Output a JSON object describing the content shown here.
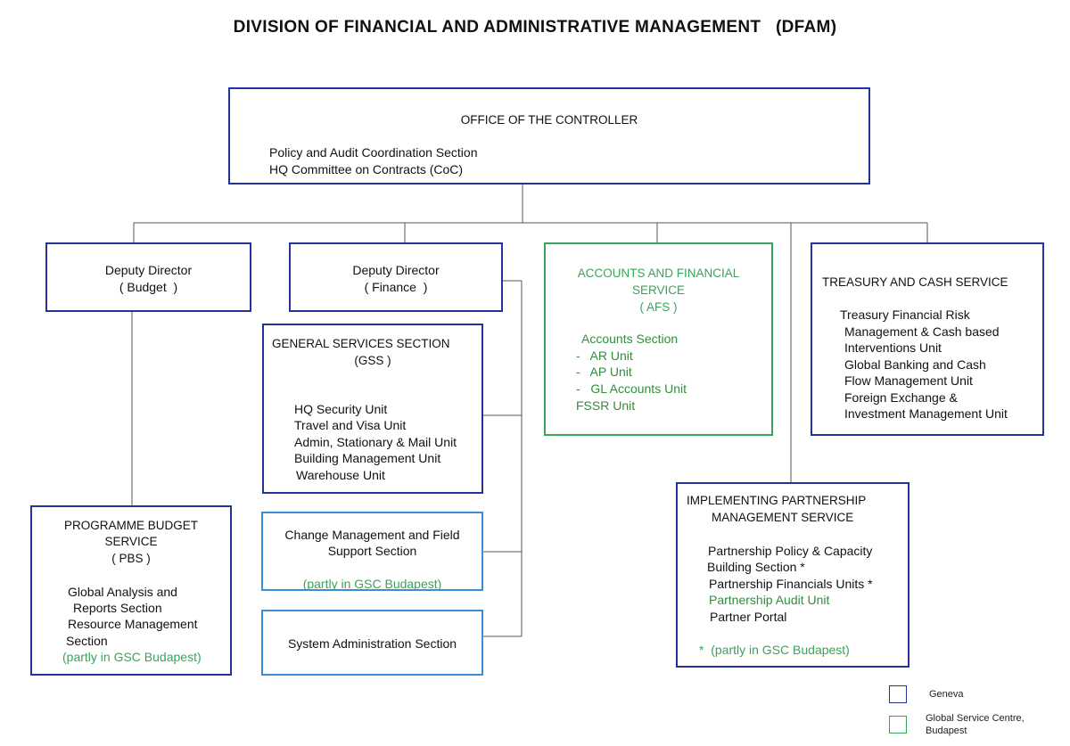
{
  "title": "DIVISION OF FINANCIAL AND ADMINISTRATIVE MANAGEMENT   (DFAM)",
  "controller": {
    "header": "OFFICE OF THE CONTROLLER",
    "items": [
      "Policy and Audit Coordination Section",
      "HQ Committee on Contracts (CoC)"
    ]
  },
  "dd_budget": {
    "line1": "Deputy Director",
    "line2": "( Budget  )"
  },
  "dd_finance": {
    "line1": "Deputy Director",
    "line2": "( Finance  )"
  },
  "afs": {
    "header": [
      "ACCOUNTS AND FINANCIAL",
      "SERVICE",
      "( AFS )"
    ],
    "items": [
      "Accounts Section",
      "-   AR Unit",
      "-   AP Unit",
      "-   GL Accounts Unit",
      "FSSR Unit"
    ]
  },
  "treasury": {
    "header": "TREASURY AND CASH SERVICE",
    "items": [
      "Treasury Financial Risk",
      "Management & Cash based",
      "Interventions Unit",
      "Global Banking and Cash",
      "Flow Management Unit",
      "Foreign Exchange &",
      "Investment Management Unit"
    ]
  },
  "gss": {
    "header": [
      "GENERAL SERVICES SECTION",
      "(GSS )"
    ],
    "items": [
      "HQ Security Unit",
      "Travel and Visa Unit",
      "Admin, Stationary & Mail Unit",
      "Building Management Unit",
      "Warehouse Unit"
    ]
  },
  "change_mgmt": {
    "lines": [
      "Change Management and Field",
      "Support Section"
    ],
    "note": "(partly in GSC Budapest)"
  },
  "sys_admin": {
    "label": "System Administration Section"
  },
  "pbs": {
    "header": [
      "PROGRAMME BUDGET",
      "SERVICE",
      "( PBS )"
    ],
    "items": [
      "Global Analysis and",
      "Reports Section",
      "Resource Management",
      "Section"
    ],
    "note": "(partly in GSC Budapest)"
  },
  "ipms": {
    "header": [
      "IMPLEMENTING PARTNERSHIP",
      "MANAGEMENT SERVICE"
    ],
    "items": [
      "Partnership Policy & Capacity",
      "Building Section *",
      "Partnership Financials Units *"
    ],
    "green_item": "Partnership Audit Unit",
    "last_item": "Partner Portal",
    "note": "*  (partly in GSC Budapest)"
  },
  "legend": {
    "geneva": "Geneva",
    "gsc": [
      "Global Service Centre,",
      "Budapest"
    ],
    "geneva_color": "#23339a",
    "gsc_color": "#3aa35a"
  }
}
